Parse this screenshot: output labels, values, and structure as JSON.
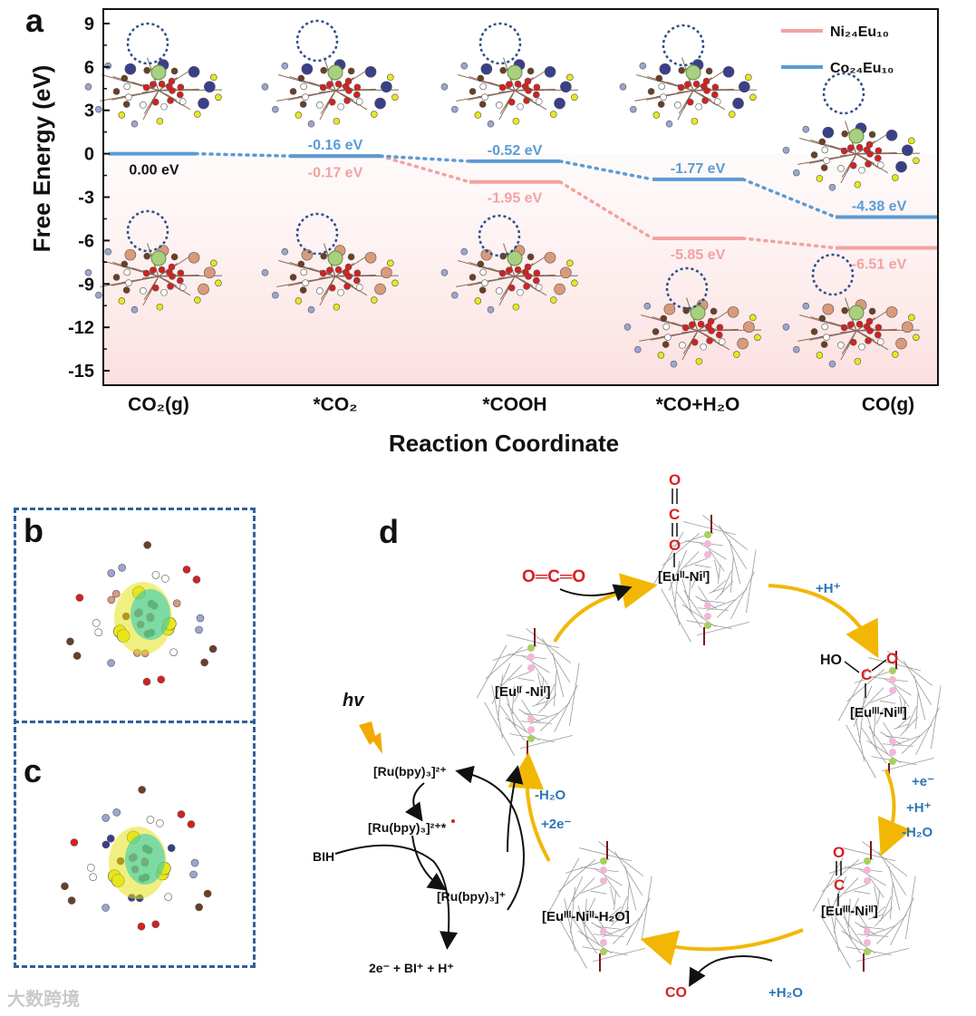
{
  "panels": {
    "a": "a",
    "b": "b",
    "c": "c",
    "d": "d"
  },
  "chart_data": {
    "type": "line",
    "ylabel": "Free Energy (eV)",
    "xlabel": "Reaction Coordinate",
    "ylim": [
      -16,
      10
    ],
    "yticks": [
      9,
      6,
      3,
      0,
      -3,
      -6,
      -9,
      -12,
      -15
    ],
    "categories": [
      "CO₂(g)",
      "*CO₂",
      "*COOH",
      "*CO+H₂O",
      "CO(g)"
    ],
    "series": [
      {
        "name": "Ni₂₄Eu₁₀",
        "color": "#f2a2a2",
        "values": [
          0.0,
          -0.17,
          -1.95,
          -5.85,
          -6.51
        ],
        "labels": [
          "",
          "-0.17 eV",
          "-1.95 eV",
          "-5.85 eV",
          "-6.51 eV"
        ]
      },
      {
        "name": "Co₂₄Eu₁₀",
        "color": "#5b9bd5",
        "values": [
          0.0,
          -0.16,
          -0.52,
          -1.77,
          -4.38
        ],
        "labels": [
          "0.00 eV",
          "-0.16 eV",
          "-0.52 eV",
          "-1.77 eV",
          "-4.38 eV"
        ]
      }
    ],
    "legend": "top-right",
    "grid": false
  },
  "panel_d": {
    "states": {
      "top": "[Euᴵᴵ-Niᴵ]",
      "left": "[Euᴵᴵ -Niᴵ]",
      "right": "[Euᴵᴵᴵ-Niᴵᴵ]",
      "bottom_right": "[Euᴵᴵᴵ-Niᴵᴵ]",
      "bottom_left": "[Euᴵᴵᴵ-Niᴵᴵ-H₂O]"
    },
    "steps": {
      "h_plus_1": "+H⁺",
      "e_minus": "+e⁻",
      "h_plus_2": "+H⁺",
      "minus_h2o_1": "-H₂O",
      "minus_h2o_2": "-H₂O",
      "two_e": "+2e⁻",
      "plus_h2o": "+H₂O",
      "co_out": "CO"
    },
    "molecules": {
      "co2": "O═C═O",
      "ho": "HO"
    },
    "photo": {
      "hv": "hv",
      "ru2": "[Ru(bpy)₃]²⁺",
      "ru2_star": "[Ru(bpy)₃]²⁺*",
      "ru1": "[Ru(bpy)₃]⁺",
      "bih": "BIH",
      "products": "2e⁻ + BI⁺ + H⁺"
    }
  },
  "watermark": "大数跨境"
}
